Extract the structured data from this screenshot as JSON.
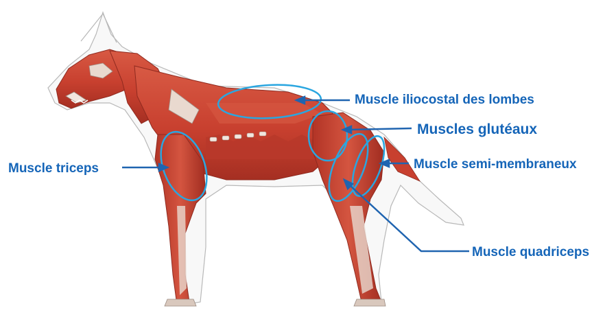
{
  "colors": {
    "label_text": "#1565b8",
    "annotation_line": "#1f64b0",
    "highlight_ellipse": "#2aa6e0",
    "muscle_main": "#c8402f",
    "muscle_dark": "#9c2a1f",
    "muscle_light": "#e07a62",
    "tendon": "#e9d9cf",
    "body_outline": "#b8b8b8"
  },
  "labels": {
    "iliocostal": "Muscle iliocostal des lombes",
    "gluteaux": "Muscles glutéaux",
    "semi_membraneux": "Muscle semi-membraneux",
    "triceps": "Muscle triceps",
    "quadriceps": "Muscle quadriceps"
  }
}
